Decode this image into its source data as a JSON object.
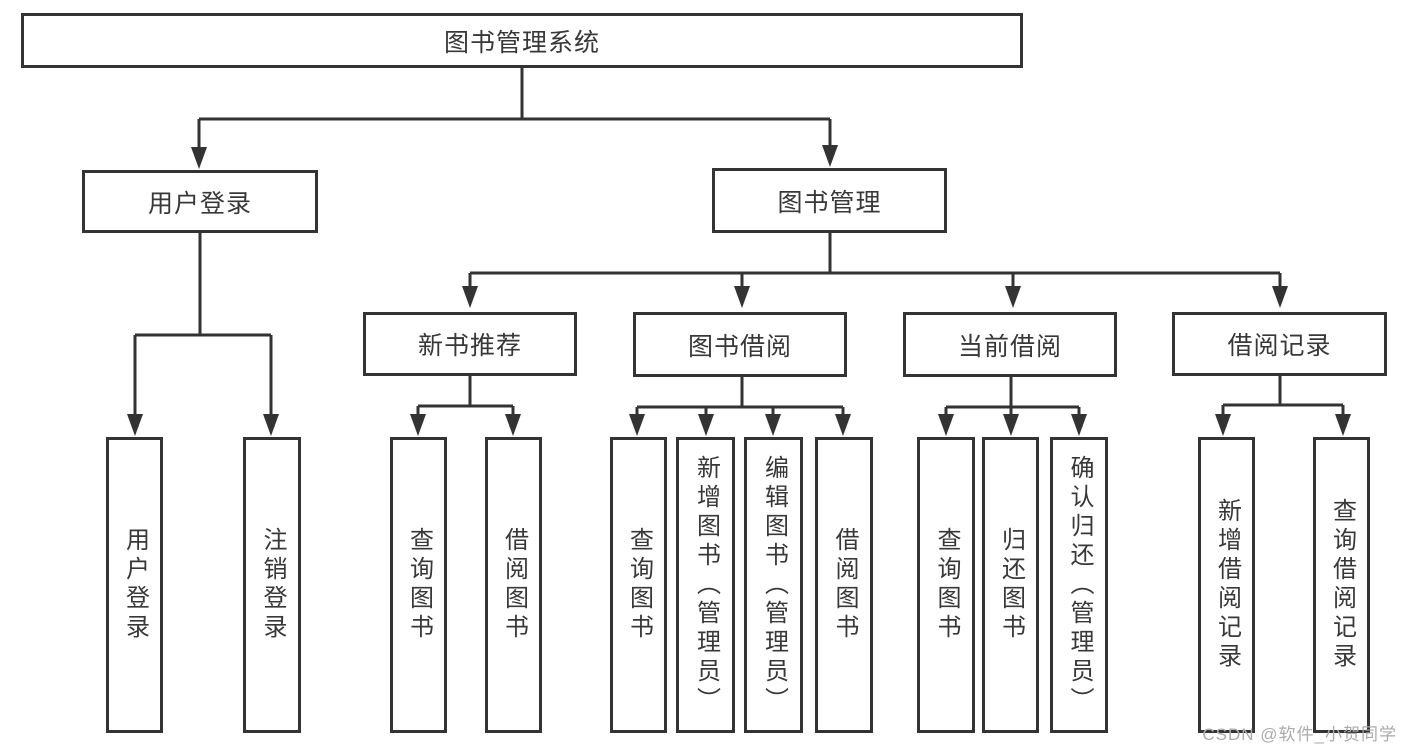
{
  "diagram": {
    "title": "图书管理系统",
    "user_login": {
      "label": "用户登录",
      "children": [
        "用户登录",
        "注销登录"
      ]
    },
    "book_management": {
      "label": "图书管理",
      "sections": {
        "new_book": {
          "label": "新书推荐",
          "children": [
            "查询图书",
            "借阅图书"
          ]
        },
        "borrow": {
          "label": "图书借阅",
          "children": [
            "查询图书",
            "新增图书（管理员）",
            "编辑图书（管理员）",
            "借阅图书"
          ]
        },
        "current": {
          "label": "当前借阅",
          "children": [
            "查询图书",
            "归还图书",
            "确认归还（管理员）"
          ]
        },
        "records": {
          "label": "借阅记录",
          "children": [
            "新增借阅记录",
            "查询借阅记录"
          ]
        }
      }
    }
  },
  "watermark": "CSDN @软件_小贺同学",
  "colors": {
    "line": "#333333",
    "box_border": "#333333",
    "text": "#383838",
    "watermark": "#ababab",
    "background": "#ffffff"
  }
}
